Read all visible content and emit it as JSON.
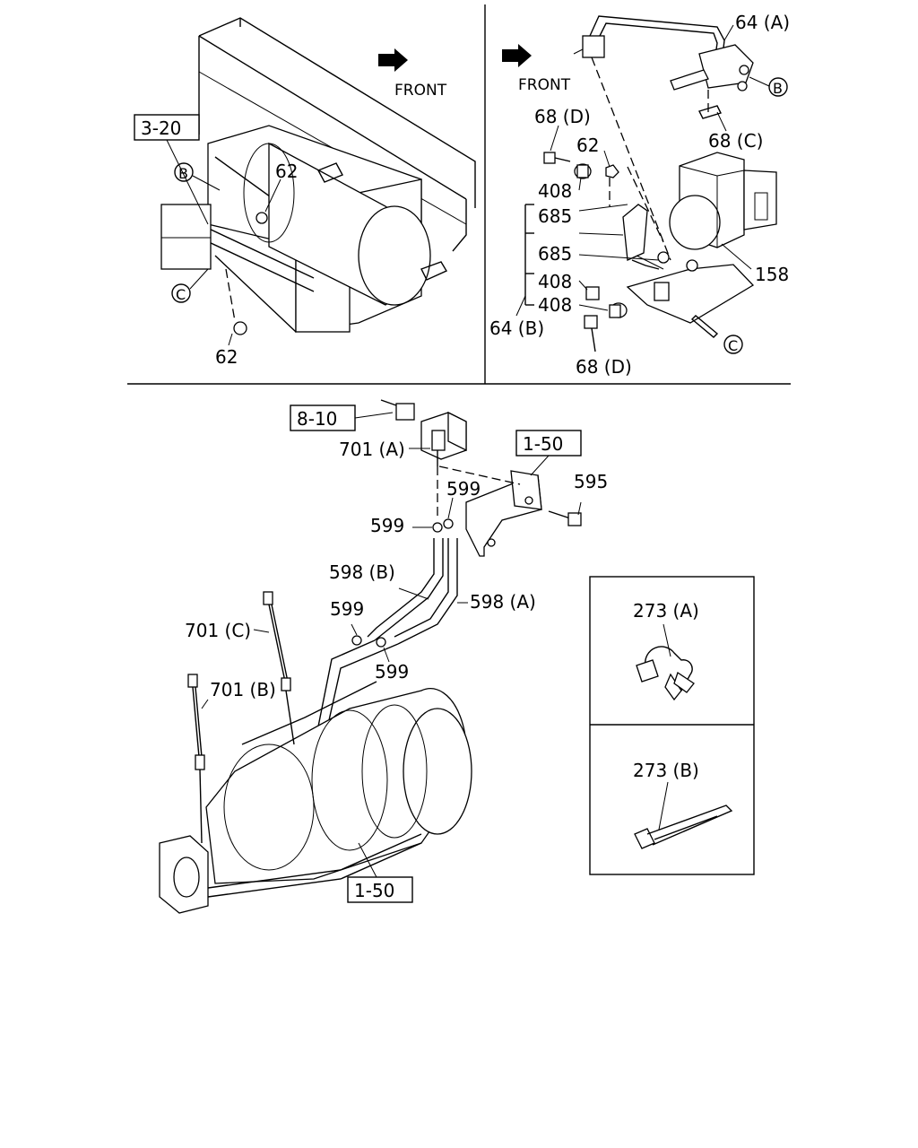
{
  "front_label": "FRONT",
  "panel_top_left": {
    "ref_box": "3-20",
    "circle_b": "B",
    "circle_c": "C",
    "label_62_upper": "62",
    "label_62_lower": "62"
  },
  "panel_top_right": {
    "circle_b": "B",
    "circle_c": "C",
    "labels": {
      "l64a": "64 (A)",
      "l68c": "68 (C)",
      "l68d_top": "68 (D)",
      "l62": "62",
      "l408_a": "408",
      "l685_a": "685",
      "l685_b": "685",
      "l408_b": "408",
      "l408_c": "408",
      "l64b": "64 (B)",
      "l158": "158",
      "l68d_bottom": "68 (D)"
    }
  },
  "panel_bottom": {
    "ref_8_10": "8-10",
    "ref_1_50_top": "1-50",
    "ref_1_50_bottom": "1-50",
    "labels": {
      "l701a": "701 (A)",
      "l595": "595",
      "l599_a": "599",
      "l599_b": "599",
      "l598b": "598 (B)",
      "l598a": "598 (A)",
      "l599_c": "599",
      "l599_d": "599",
      "l701c": "701 (C)",
      "l701b": "701 (B)"
    }
  },
  "inset_boxes": {
    "l273a": "273 (A)",
    "l273b": "273 (B)"
  }
}
